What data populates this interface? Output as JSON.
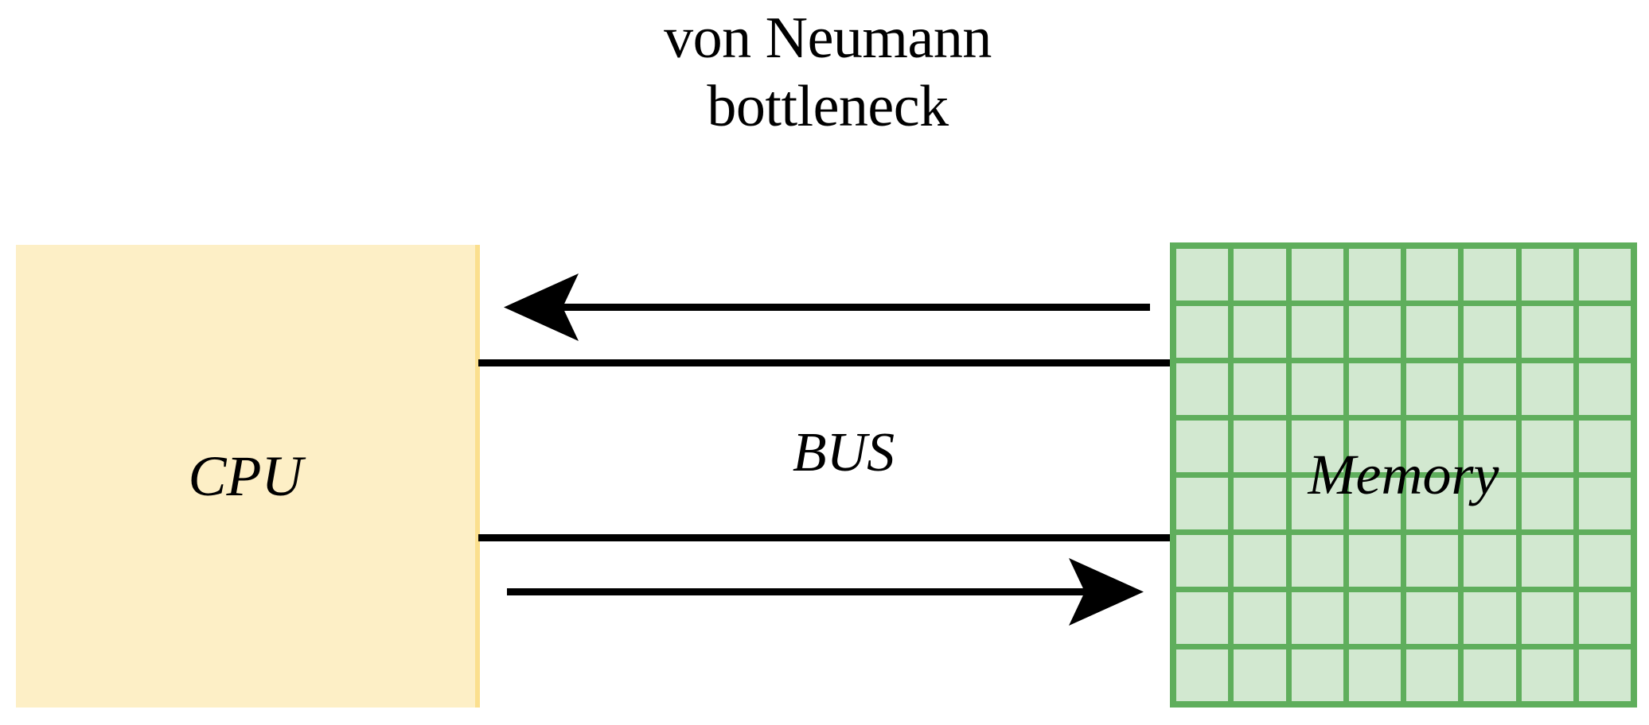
{
  "diagram": {
    "title": "von Neumann\nbottleneck",
    "title_lines": [
      "von Neumann",
      "bottleneck"
    ],
    "background_color": "#ffffff"
  },
  "cpu": {
    "label": "CPU",
    "fill_color": "#fdefc6",
    "edge_color": "#fbdf8e"
  },
  "bus": {
    "label": "BUS",
    "rail_color": "#000000",
    "rails": 2
  },
  "arrows": [
    {
      "name": "memory-to-cpu-arrow",
      "label": "",
      "direction": "left",
      "color": "#000000",
      "from": "Memory",
      "to": "CPU"
    },
    {
      "name": "cpu-to-memory-arrow",
      "label": "",
      "direction": "right",
      "color": "#000000",
      "from": "CPU",
      "to": "Memory"
    }
  ],
  "memory": {
    "label": "Memory",
    "fill_color": "#d2e8d0",
    "grid_color": "#5fae5c",
    "grid_columns": 8,
    "grid_rows": 8,
    "cell_count": 64
  }
}
